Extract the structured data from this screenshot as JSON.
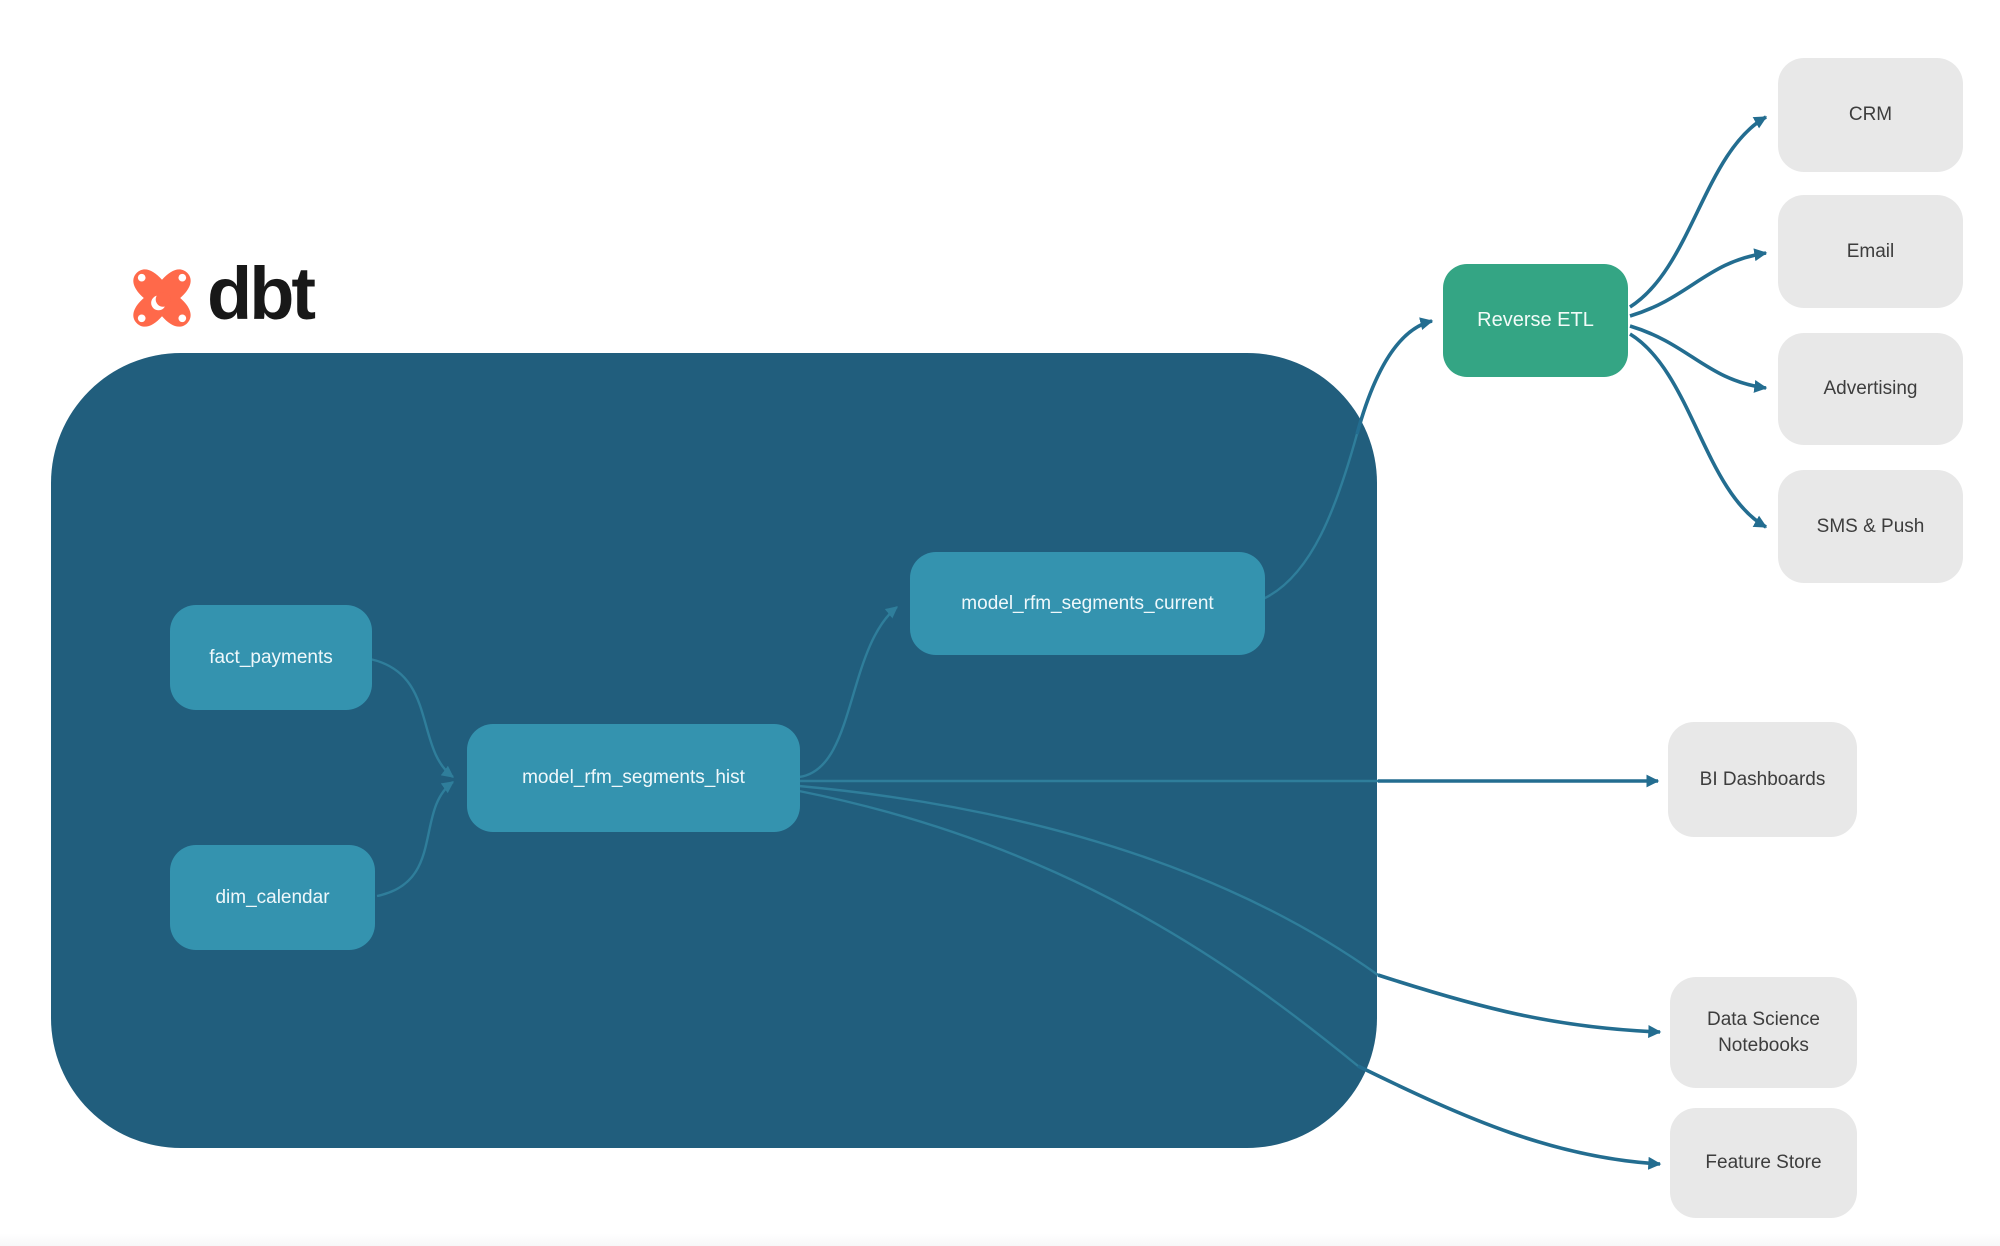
{
  "logo": {
    "text": "dbt"
  },
  "colors": {
    "container-bg": "#215E7D",
    "node-bg": "#3493AF",
    "node-text": "#EFF8FB",
    "etl-bg": "#34A584",
    "etl-text": "#F2FBF8",
    "dest-bg": "#E8E8E8",
    "dest-text": "#3D3D3D",
    "edge-inner": "#2F7E9B",
    "edge-outer": "#236D90",
    "logo-orange": "#FF694A",
    "logo-text-color": "#181818"
  },
  "nodes": {
    "fact_payments": {
      "label": "fact_payments"
    },
    "dim_calendar": {
      "label": "dim_calendar"
    },
    "model_rfm_segments_hist": {
      "label": "model_rfm_segments_hist"
    },
    "model_rfm_segments_current": {
      "label": "model_rfm_segments_current"
    },
    "reverse_etl": {
      "label": "Reverse ETL"
    },
    "crm": {
      "label": "CRM"
    },
    "email": {
      "label": "Email"
    },
    "advertising": {
      "label": "Advertising"
    },
    "sms_push": {
      "label": "SMS & Push"
    },
    "bi_dashboards": {
      "label": "BI Dashboards"
    },
    "ds_notebooks": {
      "label": "Data Science Notebooks"
    },
    "feature_store": {
      "label": "Feature Store"
    }
  },
  "edges": [
    {
      "from": "fact_payments",
      "to": "model_rfm_segments_hist"
    },
    {
      "from": "dim_calendar",
      "to": "model_rfm_segments_hist"
    },
    {
      "from": "model_rfm_segments_hist",
      "to": "model_rfm_segments_current"
    },
    {
      "from": "model_rfm_segments_current",
      "to": "reverse_etl"
    },
    {
      "from": "reverse_etl",
      "to": "crm"
    },
    {
      "from": "reverse_etl",
      "to": "email"
    },
    {
      "from": "reverse_etl",
      "to": "advertising"
    },
    {
      "from": "reverse_etl",
      "to": "sms_push"
    },
    {
      "from": "model_rfm_segments_hist",
      "to": "bi_dashboards"
    },
    {
      "from": "model_rfm_segments_hist",
      "to": "ds_notebooks"
    },
    {
      "from": "model_rfm_segments_hist",
      "to": "feature_store"
    }
  ]
}
